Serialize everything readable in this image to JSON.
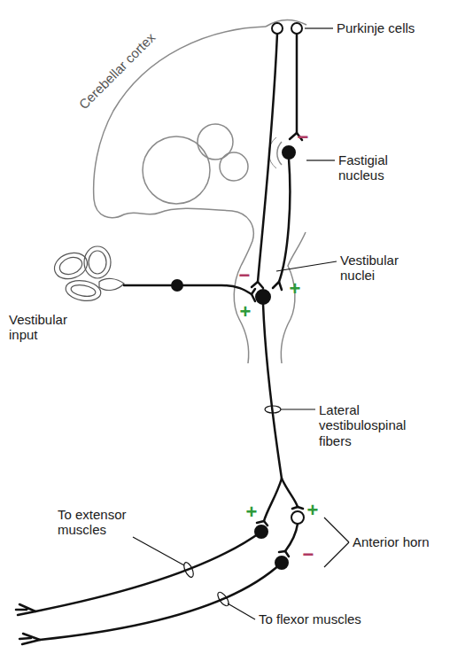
{
  "diagram": {
    "labels": [
      "Purkinje cells",
      "Cerebellar cortex",
      "−",
      "Fastigial nucleus",
      "Vestibular nuclei",
      "−",
      "+",
      "Vestibular input",
      "+",
      "Lateral vestibulospinal fibers",
      "+",
      "+",
      "To extensor muscles",
      "Anterior horn",
      "−",
      "To flexor muscles"
    ]
  }
}
